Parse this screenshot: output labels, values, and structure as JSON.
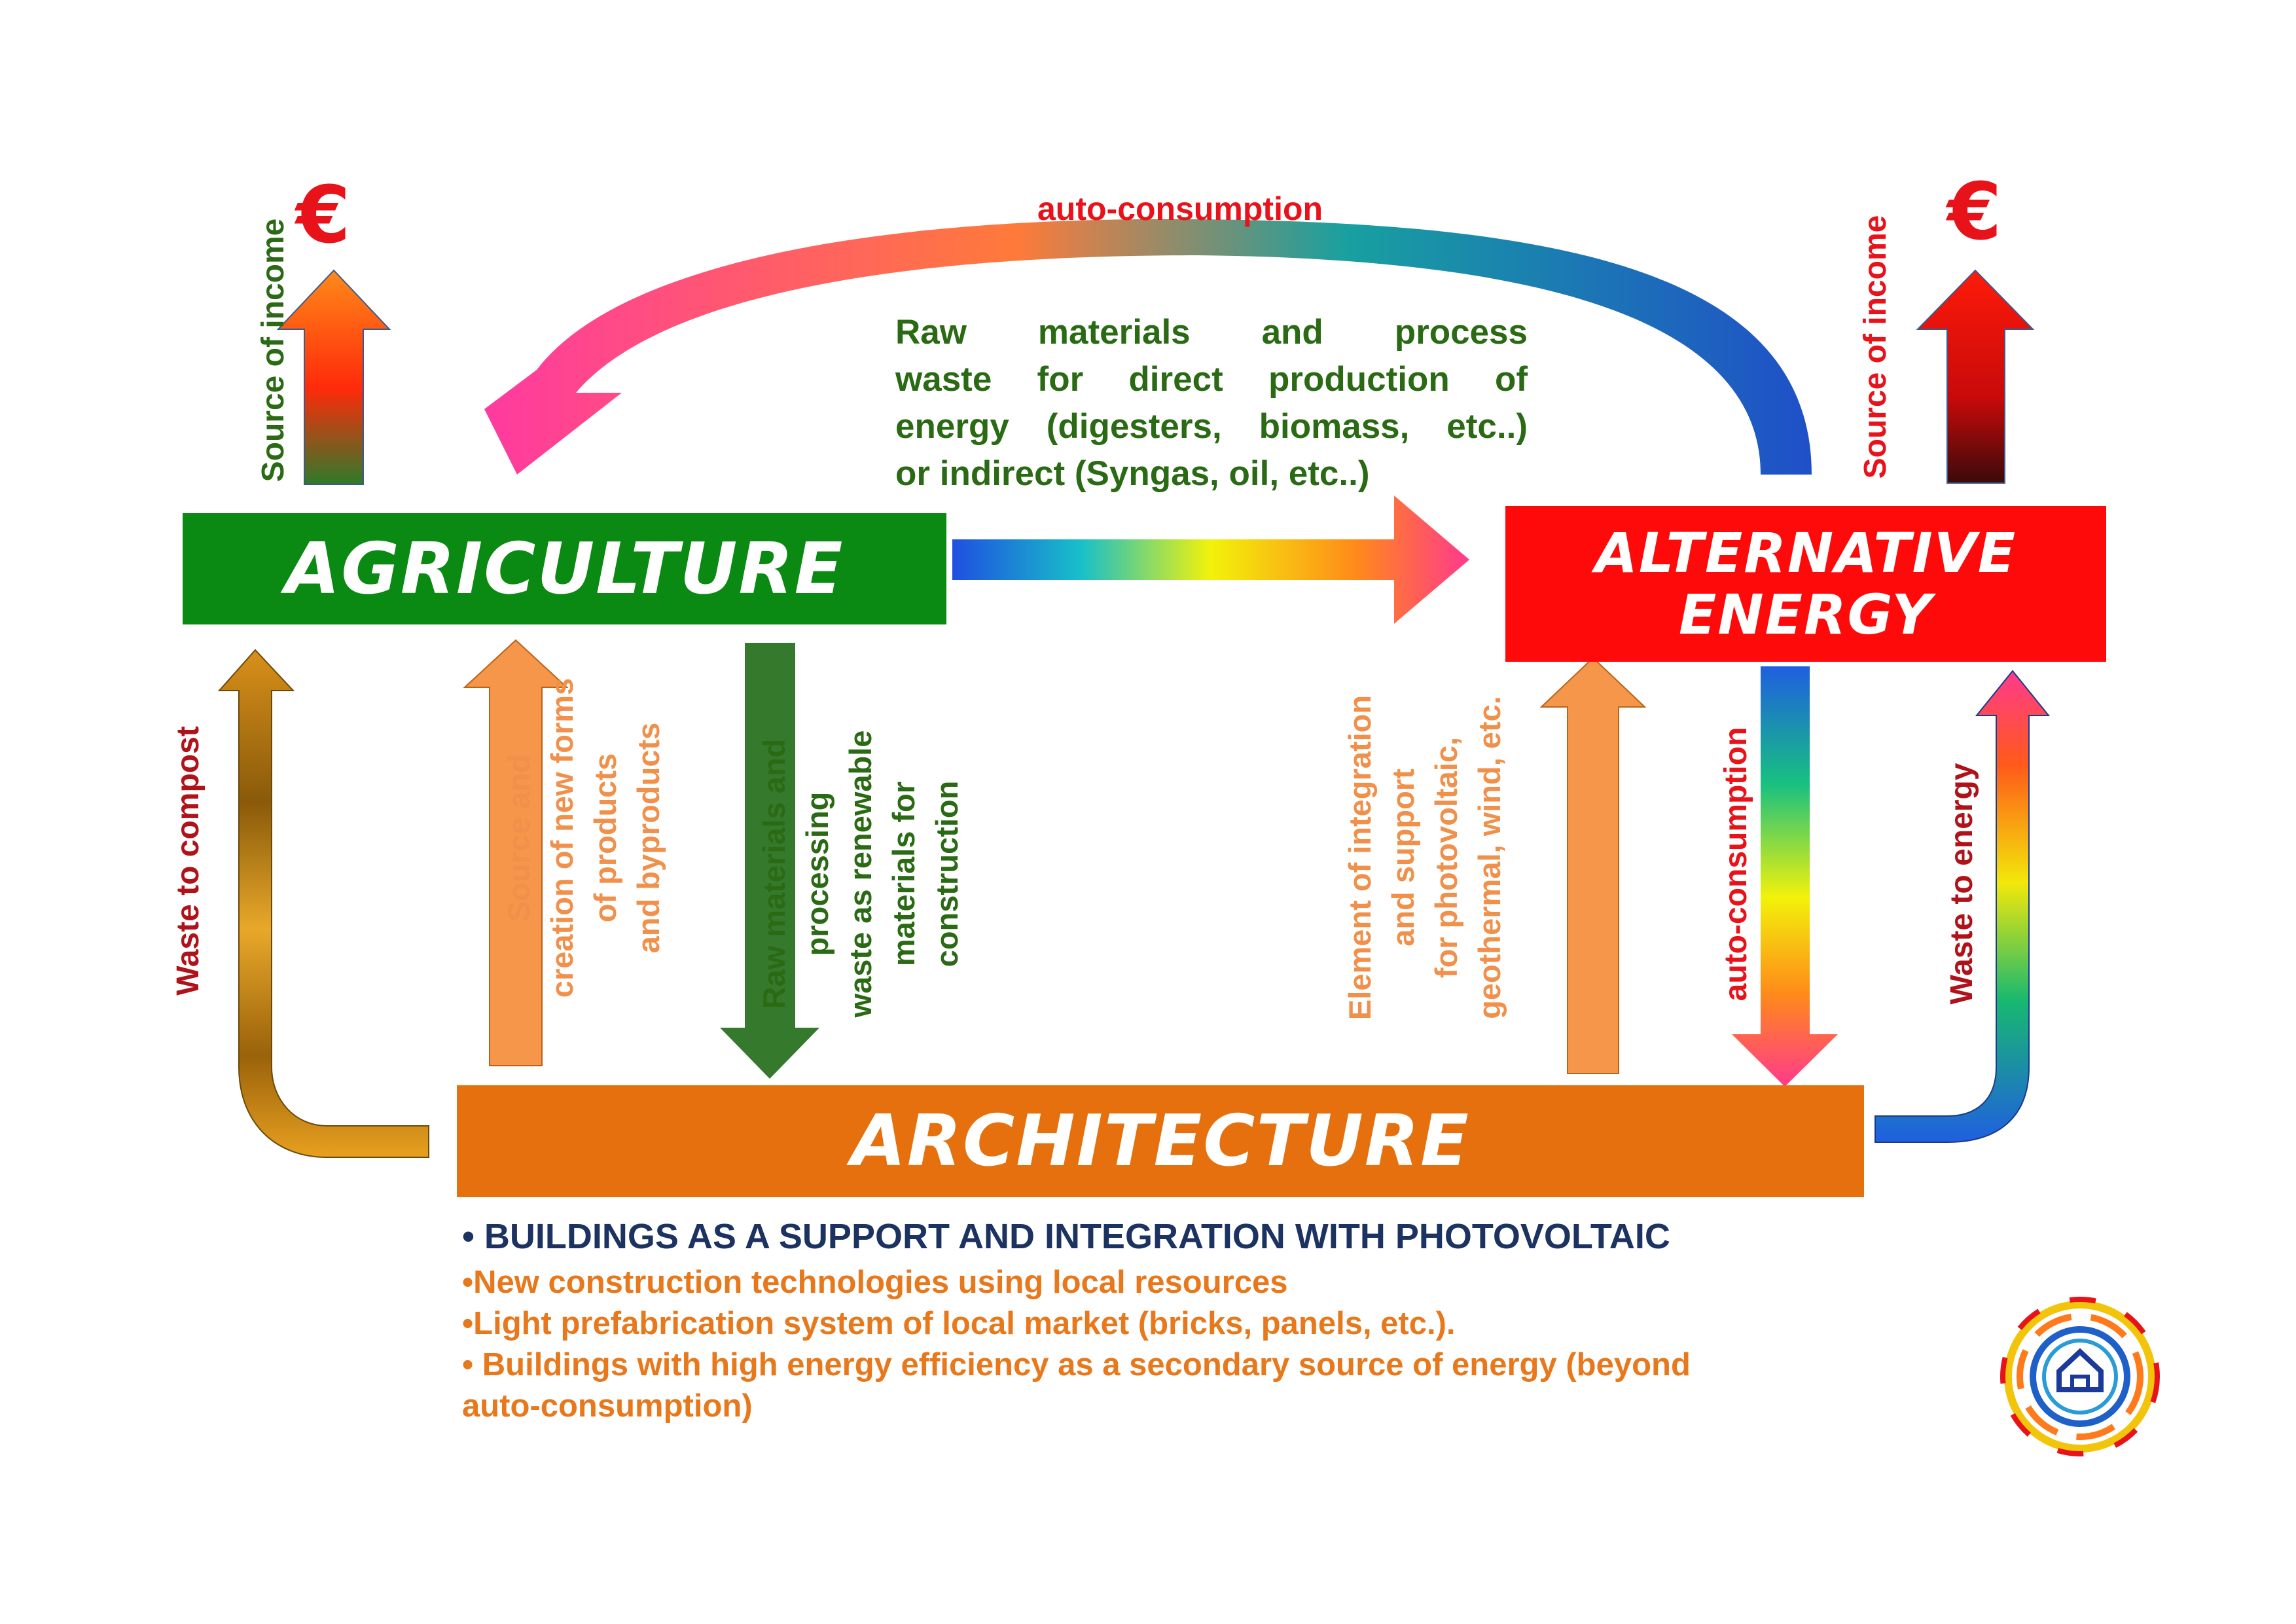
{
  "colors": {
    "agriculture": "#0a8a12",
    "alternative_energy": "#ff0a0a",
    "architecture": "#e5700d",
    "dark_green_text": "#2b6a14",
    "red_text": "#e8121a",
    "orange_text": "#f0904a",
    "navy_text": "#1c3260"
  },
  "boxes": {
    "agriculture": "AGRICULTURE",
    "alternative_energy_line1": "ALTERNATIVE",
    "alternative_energy_line2": "ENERGY",
    "architecture": "ARCHITECTURE"
  },
  "labels": {
    "auto_consumption_top": "auto-consumption",
    "source_of_income_left": "Source of income",
    "source_of_income_right": "Source of income",
    "euro_left": "€",
    "euro_right": "€",
    "raw_materials": {
      "line1": "Raw materials and process",
      "line2": "waste for direct production of",
      "line3": "energy (digesters, biomass, etc..)",
      "line4": "or indirect (Syngas, oil, etc..)"
    },
    "waste_to_compost": "Waste to compost",
    "source_creation": {
      "line1": "Source and",
      "line2": "creation of new forms",
      "line3": "of products",
      "line4": "and byproducts"
    },
    "raw_materials_construction": {
      "line1": "Raw materials and",
      "line2": "processing",
      "line3": "waste as renewable",
      "line4": "materials for",
      "line5": "construction"
    },
    "element_integration": {
      "line1": "Element of integration",
      "line2": "and support",
      "line3": "for photovoltaic,",
      "line4": "geothermal, wind, etc."
    },
    "auto_consumption_vertical": "auto-consumption",
    "waste_to_energy": "Waste to energy"
  },
  "architecture_list": {
    "heading": "• BUILDINGS AS A SUPPORT AND INTEGRATION WITH PHOTOVOLTAIC",
    "item1": "•New construction technologies using local resources",
    "item2": "•Light prefabrication system of local market (bricks, panels, etc.).",
    "item3_line1": "• Buildings with high energy efficiency as a secondary source of energy (beyond",
    "item3_line2": "auto-consumption)"
  },
  "icons": {
    "logo": "circular-house-energy-logo"
  }
}
